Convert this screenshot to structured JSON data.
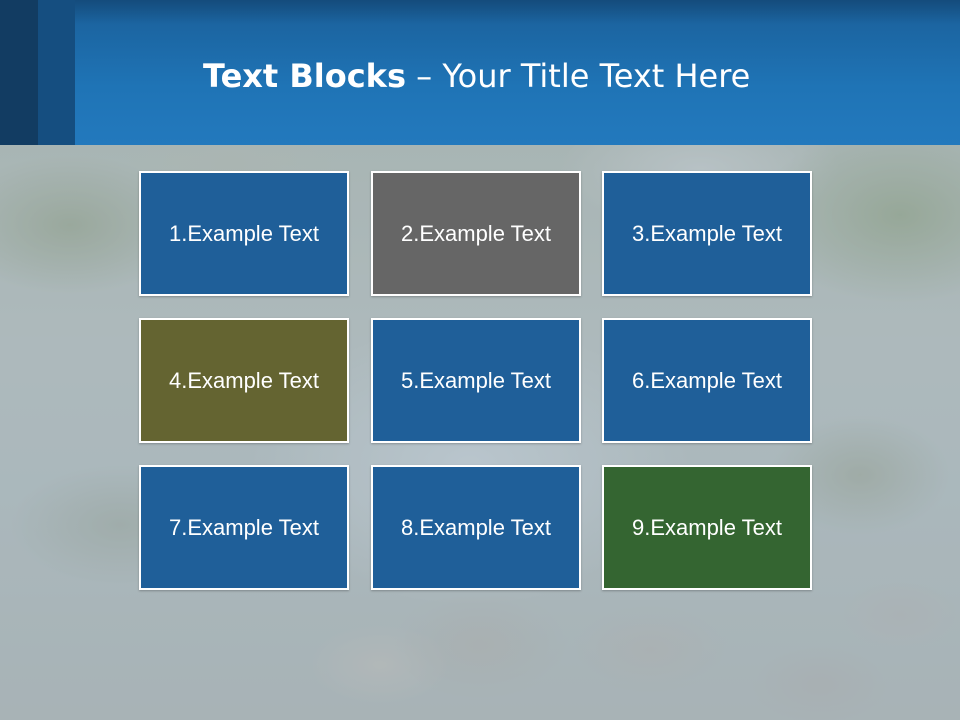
{
  "slide": {
    "title_bold": "Text Blocks",
    "title_rest": " – Your Title Text Here"
  },
  "tiles": [
    {
      "label": "1.Example Text",
      "color": "#1f5f99"
    },
    {
      "label": "2.Example Text",
      "color": "#666666"
    },
    {
      "label": "3.Example Text",
      "color": "#1f5f99"
    },
    {
      "label": "4.Example Text",
      "color": "#646431"
    },
    {
      "label": "5.Example Text",
      "color": "#1f5f99"
    },
    {
      "label": "6.Example Text",
      "color": "#1f5f99"
    },
    {
      "label": "7.Example Text",
      "color": "#1f5f99"
    },
    {
      "label": "8.Example Text",
      "color": "#1f5f99"
    },
    {
      "label": "9.Example Text",
      "color": "#346531"
    }
  ],
  "colors": {
    "header_blue": "#1f74b6",
    "accent_dark": "#123c62"
  }
}
